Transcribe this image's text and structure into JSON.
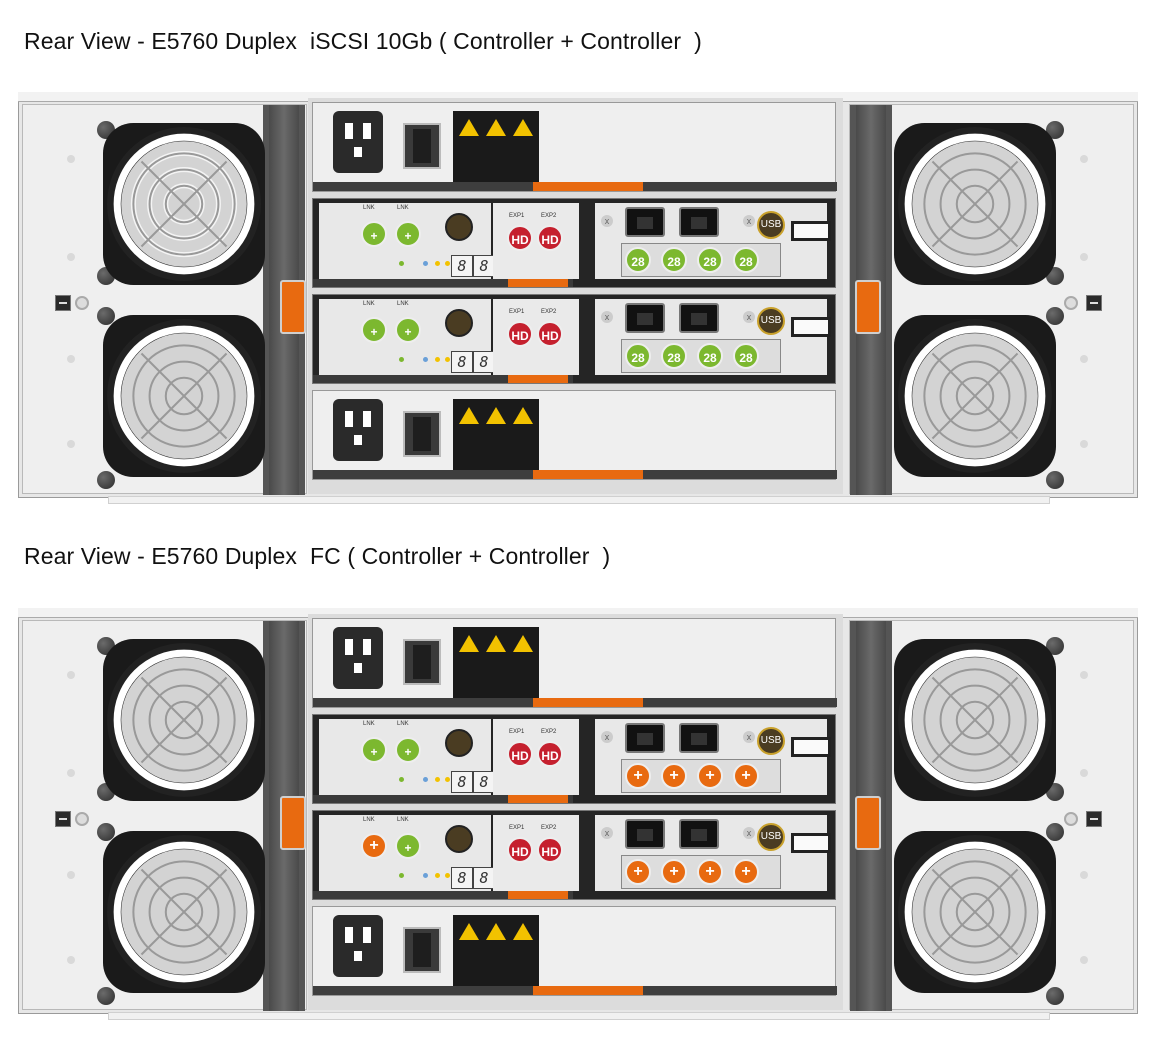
{
  "titles": {
    "iscsi": "Rear View - E5760 Duplex  iSCSI 10Gb ( Controller + Controller  )",
    "fc": "Rear View - E5760 Duplex  FC ( Controller + Controller  )"
  },
  "labels": {
    "hd": "HD",
    "iscsi_port": "28",
    "fc_port": "+",
    "sas_port": "+",
    "usb": "USB",
    "display_digit": "8",
    "lnk": "LNK",
    "exp1": "EXP1",
    "exp2": "EXP2"
  },
  "colors": {
    "accent_orange": "#e86a10",
    "hd_red": "#c5202e",
    "iscsi_green": "#7cb82f",
    "warning_yellow": "#f2c200"
  },
  "icons": [
    "fan-icon",
    "power-inlet-icon",
    "power-switch-icon",
    "warning-icon",
    "usb-icon",
    "network-icon"
  ]
}
